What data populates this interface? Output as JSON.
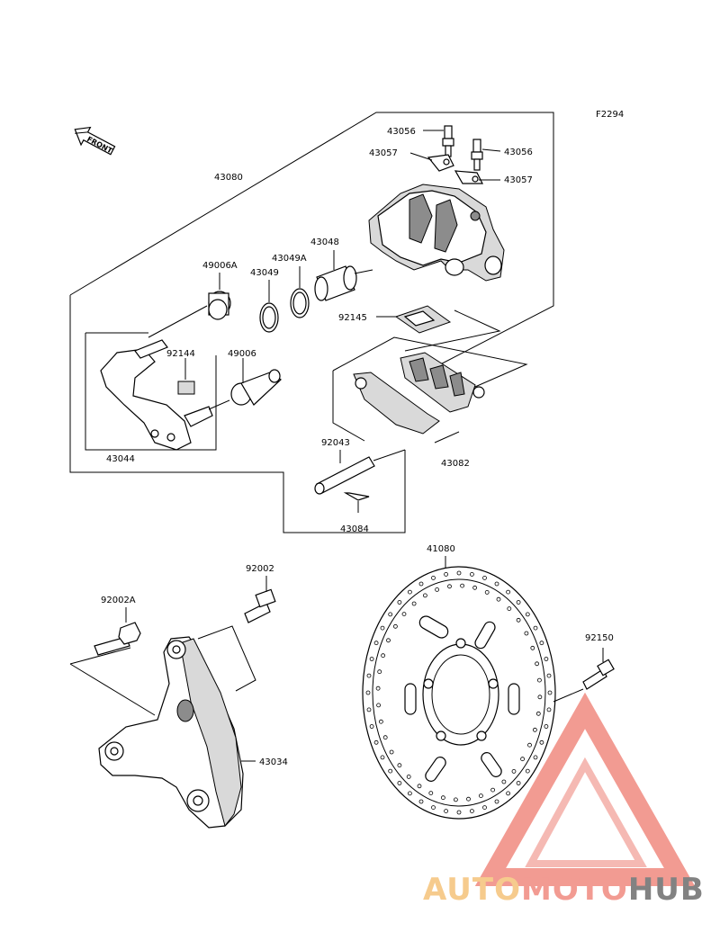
{
  "figure_code": "F2294",
  "front_arrow_label": "FRONT",
  "parts": {
    "p43056a": "43056",
    "p43056b": "43056",
    "p43057a": "43057",
    "p43057b": "43057",
    "p43080": "43080",
    "p43048": "43048",
    "p43049A": "43049A",
    "p43049": "43049",
    "p49006A": "49006A",
    "p92145": "92145",
    "p92144": "92144",
    "p49006": "49006",
    "p43044": "43044",
    "p92043": "92043",
    "p43082": "43082",
    "p43084": "43084",
    "p41080": "41080",
    "p92002": "92002",
    "p92002A": "92002A",
    "p92150": "92150",
    "p43034": "43034"
  },
  "watermark": {
    "part1": "AUTO",
    "part2": "MOTO",
    "part3": "HUB",
    "color_light": "#f5c27a",
    "color_mid": "#f08a80",
    "color_dark": "#6d6d6d"
  }
}
